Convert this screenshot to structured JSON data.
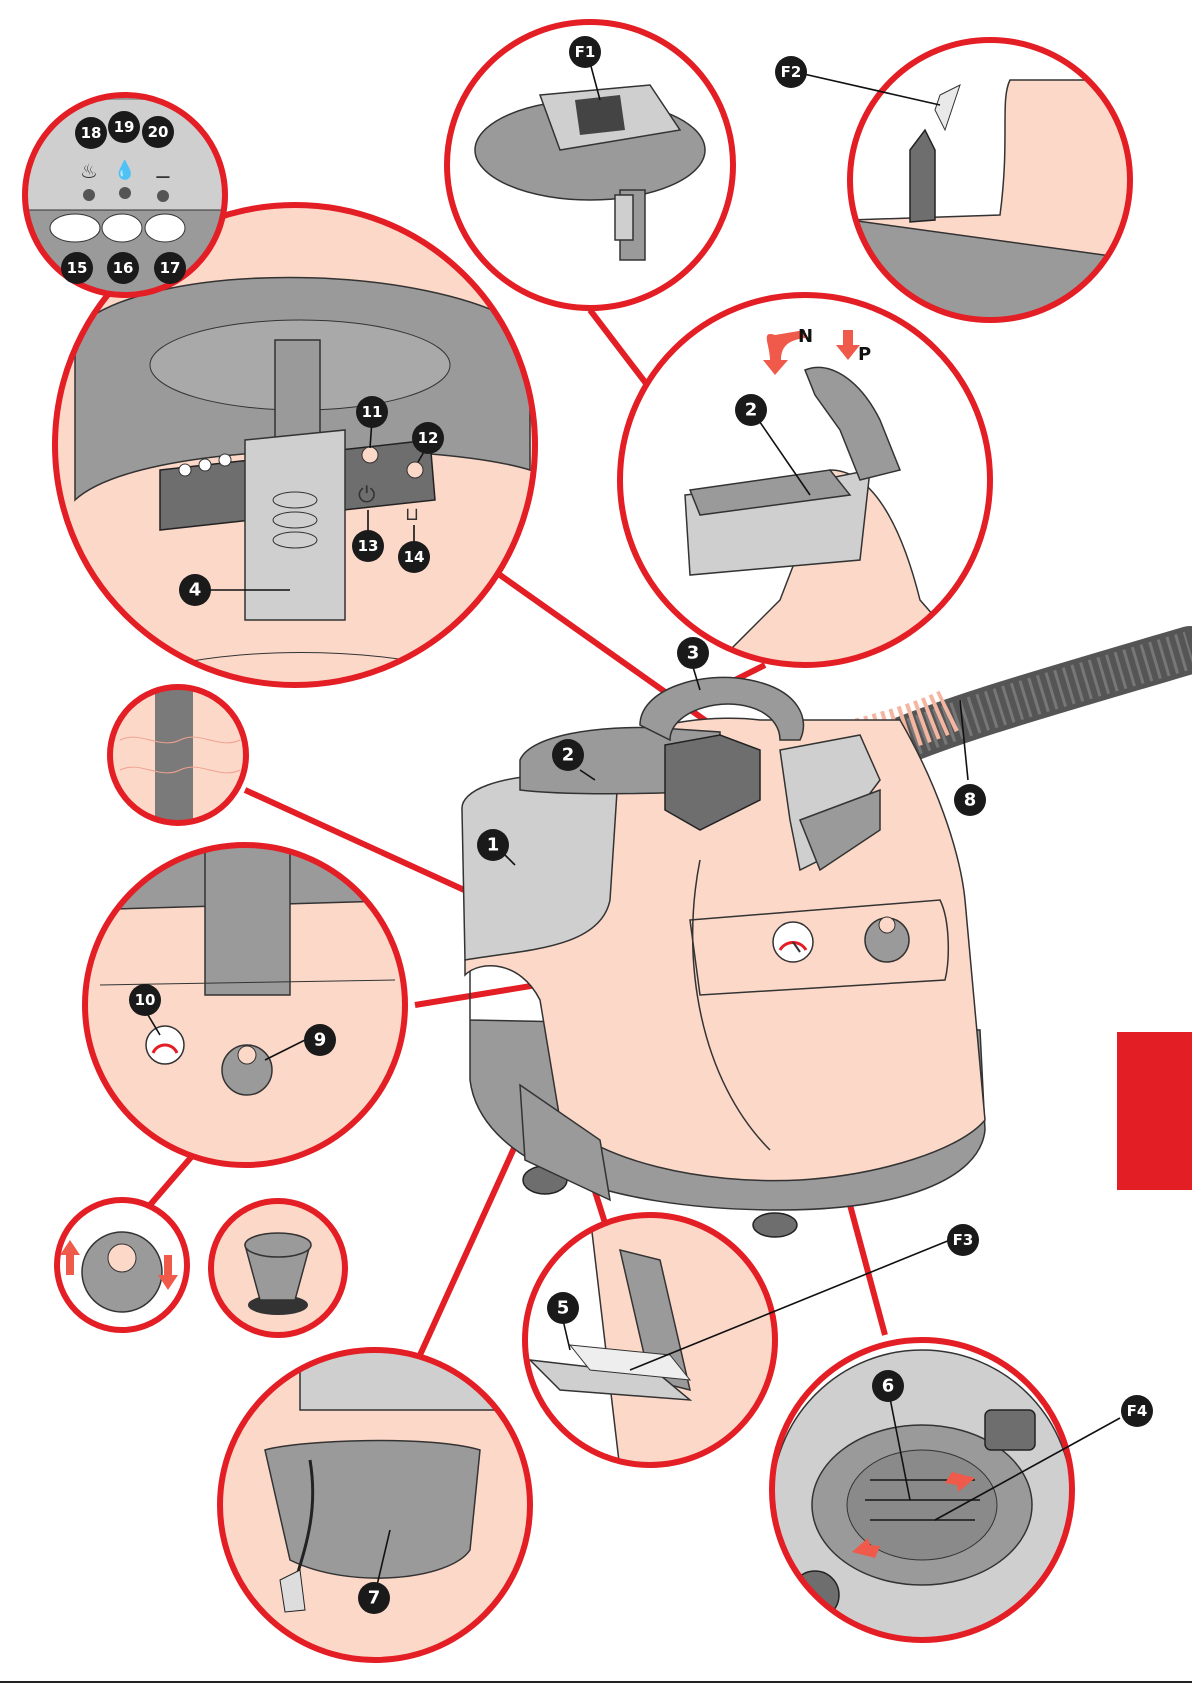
{
  "callouts": {
    "c1": "1",
    "c2": "2",
    "c2b": "2",
    "c3": "3",
    "c4": "4",
    "c5": "5",
    "c6": "6",
    "c7": "7",
    "c8": "8",
    "c9": "9",
    "c10": "10",
    "c11": "11",
    "c12": "12",
    "c13": "13",
    "c14": "14",
    "c15": "15",
    "c16": "16",
    "c17": "17",
    "c18": "18",
    "c19": "19",
    "c20": "20",
    "f1": "F1",
    "f2": "F2",
    "f3": "F3",
    "f4": "F4"
  },
  "lever_labels": {
    "n": "N",
    "p": "P"
  },
  "colors": {
    "accent": "#e31e24",
    "body": "#fcd8c8",
    "grey": "#9a9a9a",
    "arrow": "#f05a4a"
  },
  "icons": [
    "fan-icon",
    "iron-icon",
    "spiral-icon",
    "steam-icon",
    "water-drop-icon",
    "brush-icon",
    "power-icon",
    "water-tank-icon"
  ]
}
